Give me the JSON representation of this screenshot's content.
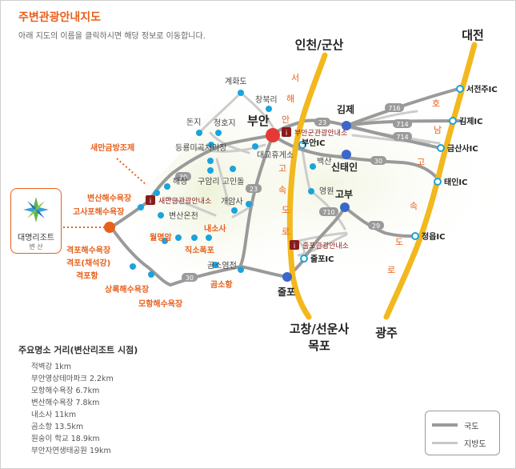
{
  "header": {
    "title": "주변관광안내지도",
    "subtitle": "아래 지도의 이름을 클릭하시면 해당 정보로 이동합니다."
  },
  "colors": {
    "orange": "#e8601c",
    "highway": "#f2b81e",
    "national_road": "#9a9a9a",
    "local_road": "#c8c8c8",
    "blue_node": "#3b67c9",
    "cyan_dot": "#1aa3dc",
    "dark_red_icon": "#8b1a1a",
    "city_red": "#e53935"
  },
  "regions": {
    "daejeon": "대전",
    "incheon": "인천/군산",
    "gochang": "고창/선운사",
    "mokpo": "목포",
    "gwangju": "광주"
  },
  "highways": {
    "west_coast": [
      "서",
      "해",
      "안",
      "고",
      "속",
      "도",
      "로"
    ],
    "honam": [
      "호",
      "남",
      "고",
      "속",
      "도",
      "로"
    ]
  },
  "cities": {
    "buan": "부안",
    "gimje": "김제",
    "sintaein": "신태인",
    "gobu": "고부",
    "julpo": "줄포"
  },
  "interchanges": {
    "buan_ic": "부안IC",
    "julpo_ic": "줄포IC",
    "seojeonju_ic": "서전주IC",
    "gimje_ic": "김제IC",
    "geumsansa_ic": "금산사IC",
    "taein_ic": "태인IC",
    "jeongeup_ic": "정읍IC"
  },
  "info_centers": {
    "buan_center": "부안군관광안내소",
    "saemangeum_center": "새만금관광안내소",
    "julpo_center": "줄포관광안내소"
  },
  "route_numbers": [
    "716",
    "714",
    "714",
    "23",
    "30",
    "30",
    "23",
    "29",
    "710",
    "30"
  ],
  "places_gray": {
    "gyehwado": "계화도",
    "changbukri": "창북리",
    "donji": "돈지",
    "cheongho": "청호지",
    "deungnyong": "등룡미곡처리장",
    "daegyo": "대교휴게소",
    "haechang": "해창",
    "gueomni": "구암리 고인돌",
    "gaeamsa": "개암사",
    "byeonsan_spa": "변산온천",
    "baeksan": "백산",
    "yeongwon": "영원",
    "gomso_salt": "곰소염전"
  },
  "places_orange": {
    "saemangeum": "새만금방조제",
    "byeonsan_beach": "변산해수욕장",
    "gosapo": "고사포해수욕장",
    "gyeokpo_beach": "격포해수욕장",
    "chaeseokgang": "격포(채석강)",
    "gyeokpo_port": "격포항",
    "sangnok": "상록해수욕장",
    "mohang": "모항해수욕장",
    "wolmyeongam": "월명암",
    "naesosa": "내소사",
    "jikso": "직소폭포",
    "gomso_port": "곰소항"
  },
  "resort": {
    "name": "대명리조트",
    "sub": "변 산"
  },
  "distances": {
    "title": "주요명소 거리(변산리조트 시점)",
    "items": [
      "적벽강 1km",
      "부안영상테마파크 2.2km",
      "모항해수욕장 6.7km",
      "변산해수욕장 7.8km",
      "내소사 11km",
      "곰소항 13.5km",
      "원숭이 학교 18.9km",
      "부안자연생태공원 19km"
    ]
  },
  "legend": {
    "national": "국도",
    "local": "지방도"
  }
}
